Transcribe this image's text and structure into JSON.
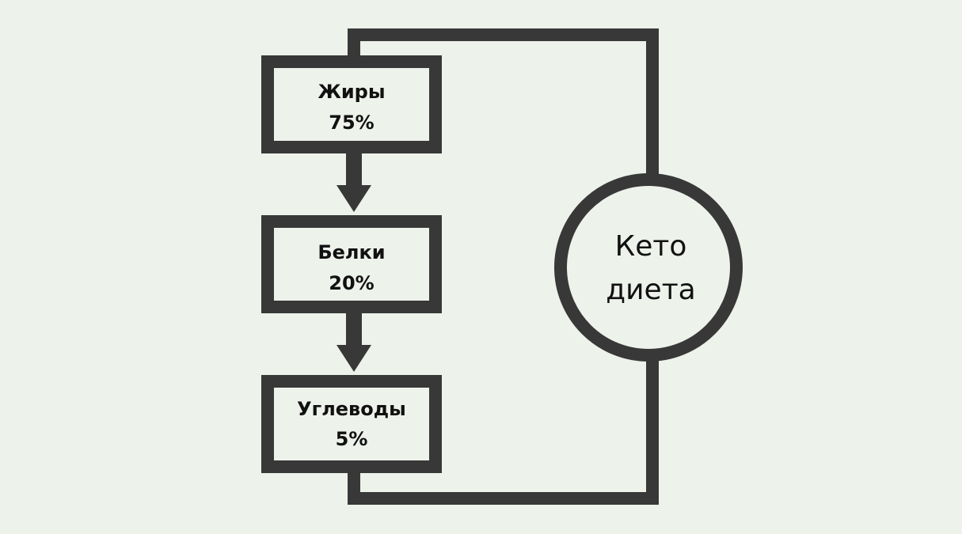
{
  "colors": {
    "background": "#edf2ea",
    "stroke": "#383838",
    "text": "#111111"
  },
  "boxes": [
    {
      "name": "Жиры",
      "percent": "75%"
    },
    {
      "name": "Белки",
      "percent": "20%"
    },
    {
      "name": "Углеводы",
      "percent": "5%"
    }
  ],
  "circle": {
    "line1": "Кето",
    "line2": "диета"
  }
}
